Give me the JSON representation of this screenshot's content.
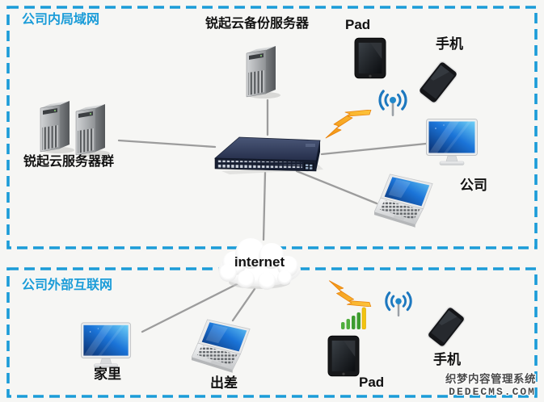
{
  "lan": {
    "title": "公司内局域网",
    "nodes": {
      "backup_server": "锐起云备份服务器",
      "pad": "Pad",
      "phone": "手机",
      "server_group": "锐起云服务器群",
      "company": "公司"
    }
  },
  "internet": {
    "label": "internet"
  },
  "wan": {
    "title": "公司外部互联网",
    "nodes": {
      "home": "家里",
      "trip": "出差",
      "pad": "Pad",
      "phone": "手机"
    }
  },
  "watermark": {
    "line1": "织梦内容管理系统",
    "line2": "DEDECMS.COM"
  },
  "accent_colors": {
    "boundary_blue": "#1b9cd8",
    "title_blue": "#1b9cd8",
    "connection_gray": "#9c9c9c",
    "lightning_orange": "#f6a81c",
    "wifi_blue": "#1d78bf",
    "signal_green": "#4fae3d",
    "signal_yellow": "#f1c40f"
  },
  "icons": [
    "server-tower-icon",
    "network-switch-icon",
    "tablet-icon",
    "smartphone-icon",
    "wifi-antenna-icon",
    "lightning-bolt-icon",
    "signal-bars-icon",
    "desktop-monitor-icon",
    "laptop-icon",
    "internet-cloud-icon"
  ]
}
